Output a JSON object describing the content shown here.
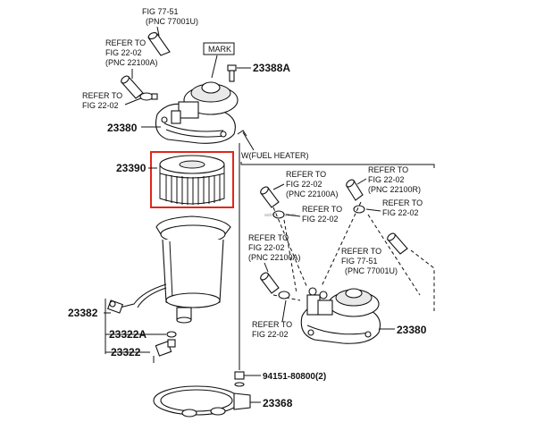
{
  "refs": {
    "fig77_top": [
      "FIG 77-51",
      "(PNC 77001U)"
    ],
    "fig22_a": [
      "REFER TO",
      "FIG 22-02",
      "(PNC 22100A)"
    ],
    "fig22_b": [
      "REFER TO",
      "FIG 22-02"
    ],
    "mark": "MARK",
    "fuel_heater": "W(FUEL HEATER)",
    "fig22_c": [
      "REFER TO",
      "FIG 22-02",
      "(PNC 22100A)"
    ],
    "fig22_d": [
      "REFER TO",
      "FIG 22-02",
      "(PNC 22100R)"
    ],
    "fig22_e": [
      "REFER TO",
      "FIG 22-02"
    ],
    "fig22_f": [
      "REFER TO",
      "FIG 22-02"
    ],
    "fig22_g": [
      "REFER TO",
      "FIG 22-02",
      "(PNC 22100A)"
    ],
    "fig77_mid": [
      "REFER TO",
      "FIG 77-51",
      "(PNC 77001U)"
    ],
    "fig22_h": [
      "REFER TO",
      "FIG 22-02"
    ]
  },
  "parts": {
    "p23388A": "23388A",
    "p23380_top": "23380",
    "p23390": "23390",
    "p23382": "23382",
    "p23322A": "23322A",
    "p23322": "23322",
    "p94151": "94151-80800(2)",
    "p23368": "23368",
    "p23380_right": "23380"
  },
  "colors": {
    "highlight": "#e0261c",
    "ink": "#111111"
  }
}
